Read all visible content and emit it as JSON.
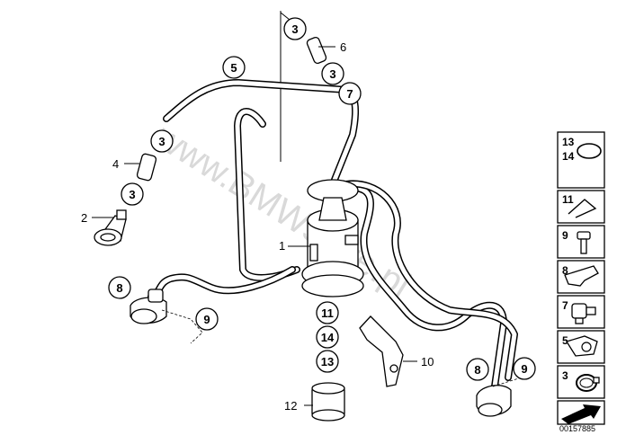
{
  "watermark": "www.BMWstore.pl",
  "diagram_id": "00157885",
  "callouts": {
    "c3_top": "3",
    "c6": "6",
    "c3_b": "3",
    "c7": "7",
    "c5": "5",
    "c3_c": "3",
    "c4": "4",
    "c3_d": "3",
    "c2": "2",
    "c1": "1",
    "c8_left": "8",
    "c9_left": "9",
    "c11": "11",
    "c14": "14",
    "c13": "13",
    "c12": "12",
    "c10": "10",
    "c8_right": "8",
    "c9_right": "9"
  },
  "legend": [
    {
      "num": "13\n14",
      "icon": "o-ring-icon"
    },
    {
      "num": "11",
      "icon": "clip-wire-icon"
    },
    {
      "num": "9",
      "icon": "screw-icon"
    },
    {
      "num": "8",
      "icon": "holder-icon"
    },
    {
      "num": "7",
      "icon": "elbow-icon"
    },
    {
      "num": "5",
      "icon": "clamp-holder-icon"
    },
    {
      "num": "3",
      "icon": "hose-clamp-icon"
    }
  ],
  "legend_labels": {
    "l13": "13",
    "l14": "14",
    "l11": "11",
    "l9": "9",
    "l8": "8",
    "l7": "7",
    "l5": "5",
    "l3": "3"
  }
}
